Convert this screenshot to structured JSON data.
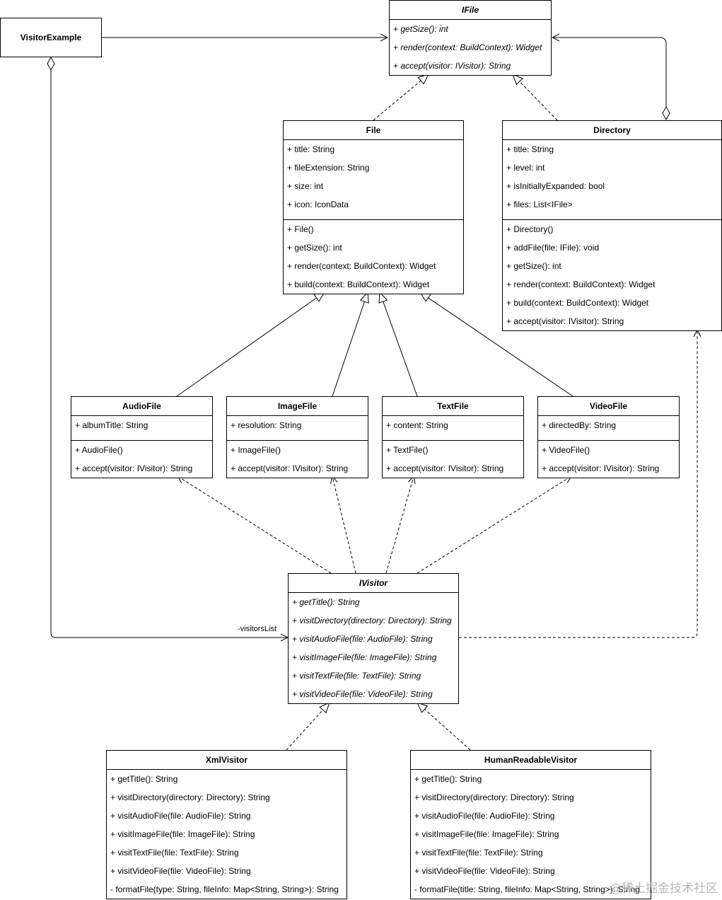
{
  "visitor_example": {
    "name": "VisitorExample"
  },
  "ifile": {
    "name": "IFile",
    "methods": [
      "+ getSize(): int",
      "+ render(context: BuildContext): Widget",
      "+ accept(visitor: IVisitor): String"
    ]
  },
  "file": {
    "name": "File",
    "attributes": [
      "+ title: String",
      "+ fileExtension: String",
      "+ size: int",
      "+ icon: IconData"
    ],
    "methods": [
      "+ File()",
      "+ getSize(): int",
      "+ render(context: BuildContext): Widget",
      "+ build(context: BuildContext): Widget"
    ]
  },
  "directory": {
    "name": "Directory",
    "attributes": [
      "+ title: String",
      "+ level: int",
      "+ isInitiallyExpanded: bool",
      "+ files: List<IFile>"
    ],
    "methods": [
      "+ Directory()",
      "+ addFile(file: IFile): void",
      "+ getSize(): int",
      "+ render(context: BuildContext): Widget",
      "+ build(context: BuildContext): Widget",
      "+ accept(visitor: IVisitor): String"
    ]
  },
  "audiofile": {
    "name": "AudioFile",
    "attributes": [
      "+ albumTitle: String"
    ],
    "methods": [
      "+ AudioFile()",
      "+ accept(visitor: IVisitor): String"
    ]
  },
  "imagefile": {
    "name": "ImageFile",
    "attributes": [
      "+ resolution: String"
    ],
    "methods": [
      "+ ImageFile()",
      "+ accept(visitor: IVisitor): String"
    ]
  },
  "textfile": {
    "name": "TextFile",
    "attributes": [
      "+ content: String"
    ],
    "methods": [
      "+ TextFile()",
      "+ accept(visitor: IVisitor): String"
    ]
  },
  "videofile": {
    "name": "VideoFile",
    "attributes": [
      "+ directedBy: String"
    ],
    "methods": [
      "+ VideoFile()",
      "+ accept(visitor: IVisitor): String"
    ]
  },
  "ivisitor": {
    "name": "IVisitor",
    "methods": [
      "+ getTitle(): String",
      "+ visitDirectory(directory: Directory): String",
      "+ visitAudioFile(file: AudioFile): String",
      "+ visitImageFile(file: ImageFile): String",
      "+ visitTextFile(file: TextFile): String",
      "+ visitVideoFile(file: VideoFile): String"
    ]
  },
  "xmlvisitor": {
    "name": "XmlVisitor",
    "methods": [
      "+ getTitle(): String",
      "+ visitDirectory(directory: Directory): String",
      "+ visitAudioFile(file: AudioFile): String",
      "+ visitImageFile(file: ImageFile): String",
      "+ visitTextFile(file: TextFile): String",
      "+ visitVideoFile(file: VideoFile): String",
      "- formatFile(type: String, fileInfo: Map<String, String>): String"
    ]
  },
  "humanvisitor": {
    "name": "HumanReadableVisitor",
    "methods": [
      "+ getTitle(): String",
      "+ visitDirectory(directory: Directory): String",
      "+ visitAudioFile(file: AudioFile): String",
      "+ visitImageFile(file: ImageFile): String",
      "+ visitTextFile(file: TextFile): String",
      "+ visitVideoFile(file: VideoFile): String",
      "- formatFile(title: String, fileInfo: Map<String, String>): String"
    ]
  },
  "edge_labels": {
    "visitors_list": "-visitorsList"
  },
  "watermark": "@稀土掘金技术社区"
}
